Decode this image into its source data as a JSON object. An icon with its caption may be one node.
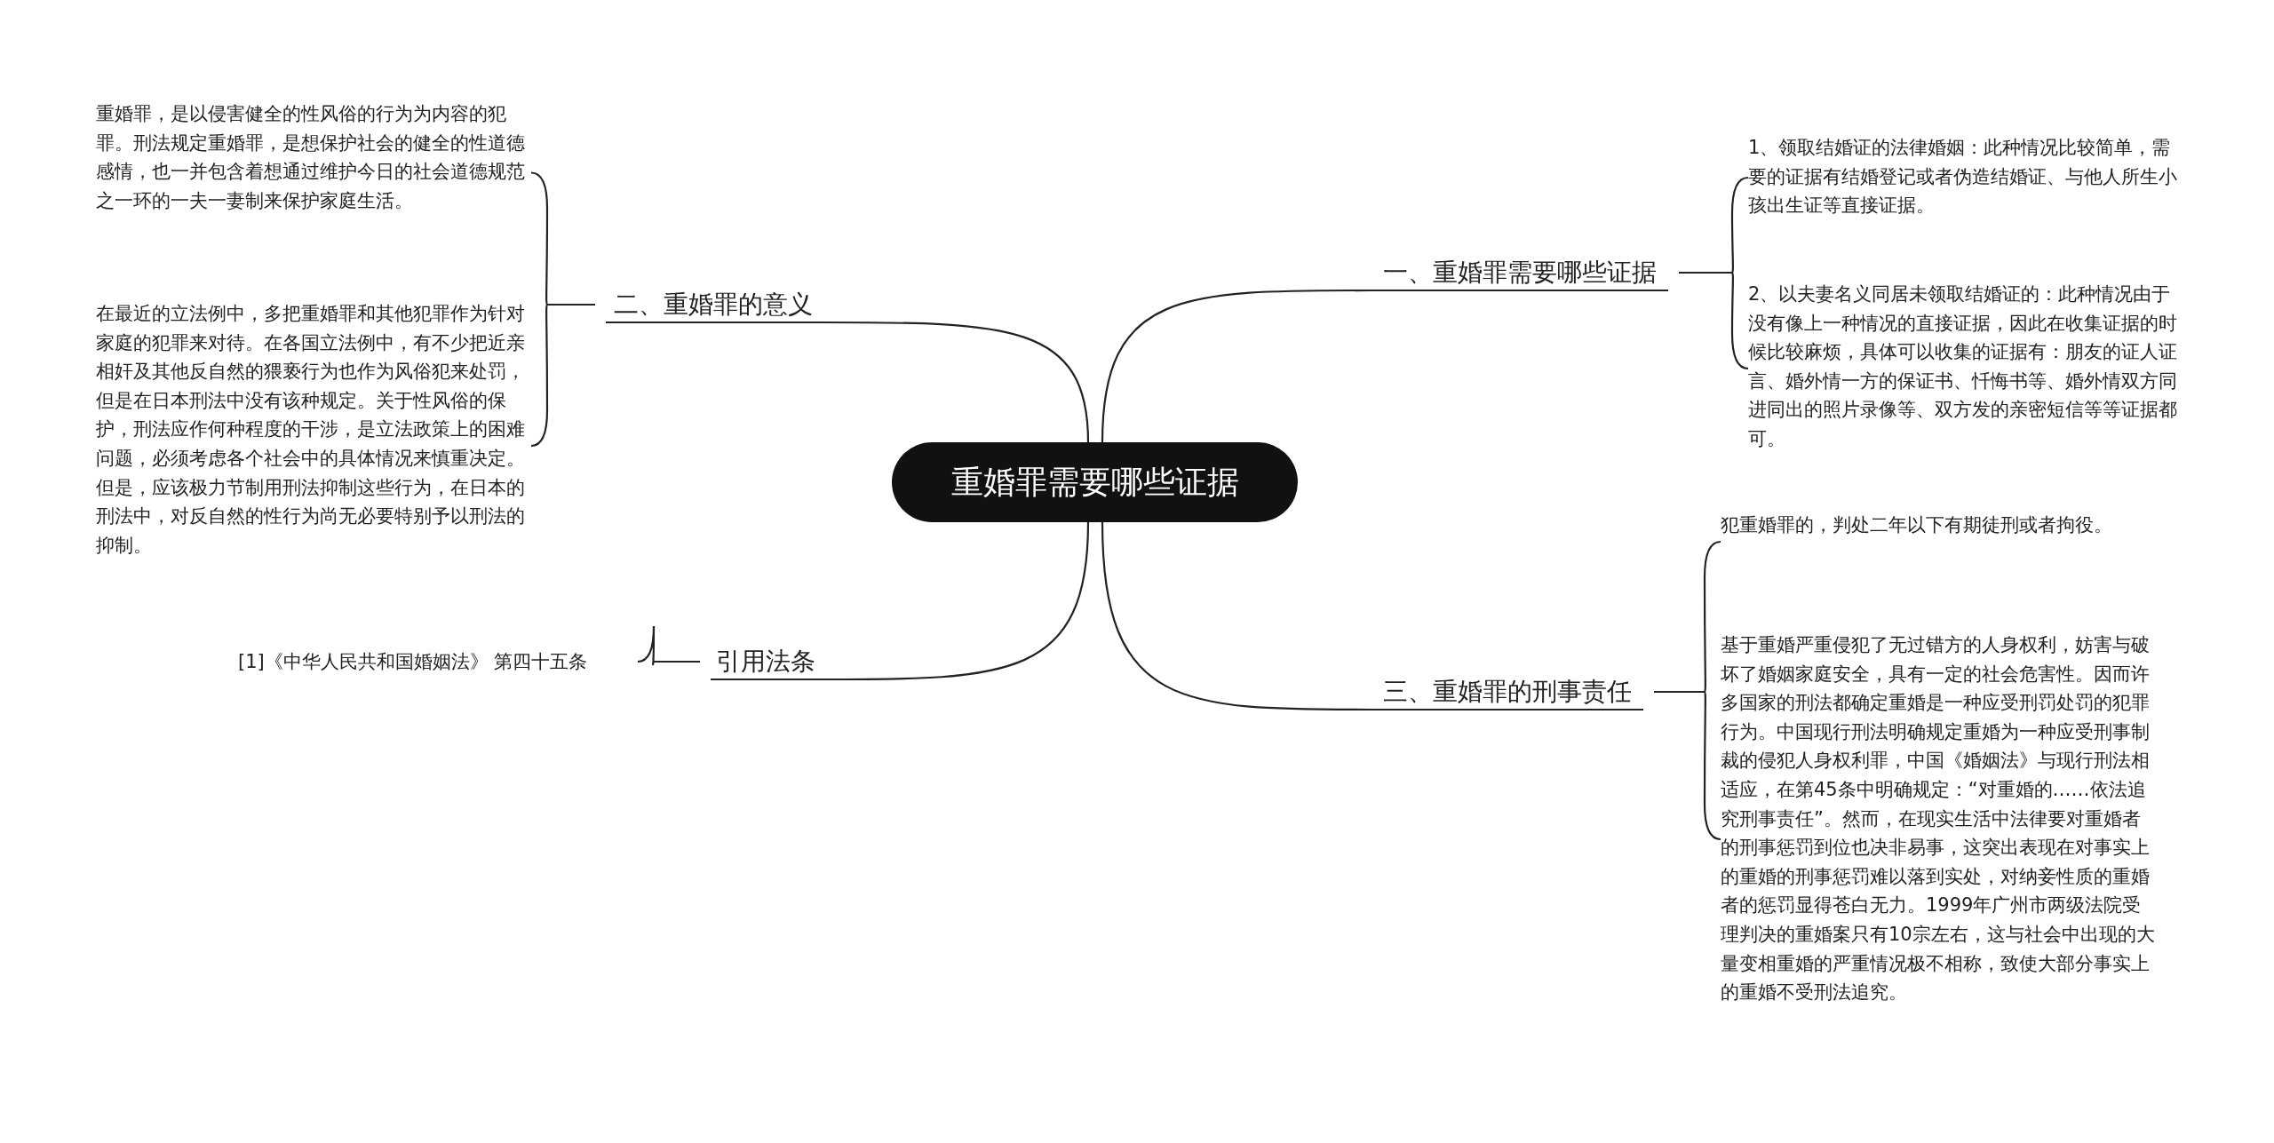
{
  "diagram": {
    "nodes": [
      {
        "text": [
          "重婚罪需要哪些证据"
        ]
      },
      {
        "text": [
          "一、重婚罪需要哪些证据"
        ]
      },
      {
        "text": [
          "1、领取结婚证的法律婚姻：此种情况比较简单，需要的证据有结婚登记或者伪造结婚证、与他人所生小孩出生证等直接证据。"
        ]
      },
      {
        "text": [
          "2、以夫妻名义同居未领取结婚证的：此种情况由于没有像上一种情况的直接证据，因此在收集证据的时候比较麻烦，具体可以收集的证据有：朋友的证人证言、婚外情一方的保证书、忏悔书等、婚外情双方同进同出的照片录像等、双方发的亲密短信等等证据都可。"
        ]
      },
      {
        "text": [
          "二、重婚罪的意义"
        ]
      },
      {
        "text": [
          "重婚罪，是以侵害健全的性风俗的行为为内容的犯罪。刑法规定重婚罪，是想保护社会的健全的性道德感情，也一并包含着想通过维护今日的社会道德规范之一环的一夫一妻制来保护家庭生活。"
        ]
      },
      {
        "text": [
          "在最近的立法例中，多把重婚罪和其他犯罪作为针对家庭的犯罪来对待。在各国立法例中，有不少把近亲相奸及其他反自然的猥亵行为也作为风俗犯来处罚，但是在日本刑法中没有该种规定。关于性风俗的保护，刑法应作何种程度的干涉，是立法政策上的困难问题，必须考虑各个社会中的具体情况来慎重决定。但是，应该极力节制用刑法抑制这些行为，在日本的刑法中，对反自然的性行为尚无必要特别予以刑法的抑制。"
        ]
      },
      {
        "text": [
          "三、重婚罪的刑事责任"
        ]
      },
      {
        "text": [
          "犯重婚罪的，判处二年以下有期徒刑或者拘役。"
        ]
      },
      {
        "text": [
          "基于重婚严重侵犯了无过错方的人身权利，妨害与破坏了婚姻家庭安全，具有一定的社会危害性。因而许多国家的刑法都确定重婚是一种应受刑罚处罚的犯罪行为。中国现行刑法明确规定重婚为一种应受刑事制裁的侵犯人身权利罪，中国《婚姻法》与现行刑法相适应，在第45条中明确规定：“对重婚的……依法追究刑事责任”。然而，在现实生活中法律要对重婚者的刑事惩罚到位也决非易事，这突出表现在对事实上的重婚的刑事惩罚难以落到实处，对纳妾性质的重婚者的惩罚显得苍白无力。1999年广州市两级法院受理判决的重婚案只有10宗左右，这与社会中出现的大量变相重婚的严重情况极不相称，致使大部分事实上的重婚不受刑法追究。"
        ]
      },
      {
        "text": [
          "引用法条"
        ]
      },
      {
        "text": [
          "[1]《中华人民共和国婚姻法》 第四十五条"
        ]
      }
    ],
    "edges": [
      {
        "from": 0,
        "to": 1,
        "arrow": "none"
      },
      {
        "from": 1,
        "to": 2,
        "arrow": "none"
      },
      {
        "from": 1,
        "to": 3,
        "arrow": "none"
      },
      {
        "from": 0,
        "to": 4,
        "arrow": "none"
      },
      {
        "from": 4,
        "to": 5,
        "arrow": "none"
      },
      {
        "from": 4,
        "to": 6,
        "arrow": "none"
      },
      {
        "from": 0,
        "to": 7,
        "arrow": "none"
      },
      {
        "from": 7,
        "to": 8,
        "arrow": "none"
      },
      {
        "from": 7,
        "to": 9,
        "arrow": "none"
      },
      {
        "from": 0,
        "to": 10,
        "arrow": "none"
      },
      {
        "from": 10,
        "to": 11,
        "arrow": "none"
      }
    ]
  }
}
